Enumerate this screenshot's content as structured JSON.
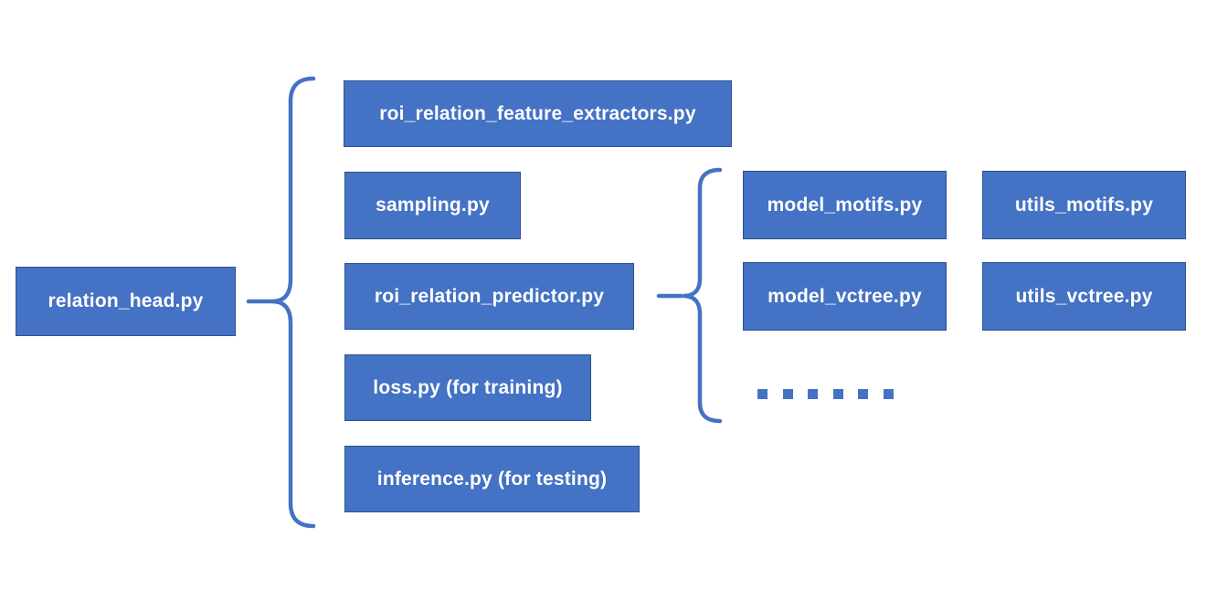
{
  "diagram": {
    "colors": {
      "box_fill": "#4472C4",
      "box_border": "#2F528F",
      "box_text": "#ffffff",
      "brace": "#4472C4",
      "background": "#ffffff"
    },
    "nodes": {
      "relation_head": {
        "label": "relation_head.py"
      },
      "roi_relation_feature_extractors": {
        "label": "roi_relation_feature_extractors.py"
      },
      "sampling": {
        "label": "sampling.py"
      },
      "roi_relation_predictor": {
        "label": "roi_relation_predictor.py"
      },
      "loss": {
        "label": "loss.py (for training)"
      },
      "inference": {
        "label": "inference.py (for testing)"
      },
      "model_motifs": {
        "label": "model_motifs.py"
      },
      "utils_motifs": {
        "label": "utils_motifs.py"
      },
      "model_vctree": {
        "label": "model_vctree.py"
      },
      "utils_vctree": {
        "label": "utils_vctree.py"
      }
    },
    "ellipsis": {
      "dot_count": 6
    }
  }
}
